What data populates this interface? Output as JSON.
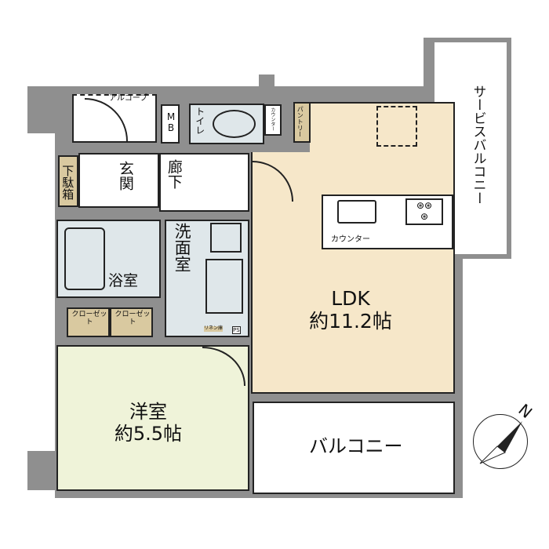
{
  "rooms": {
    "ldk": {
      "name": "LDK",
      "size": "約11.2帖"
    },
    "western": {
      "name": "洋室",
      "size": "約5.5帖"
    },
    "balcony": "バルコニー",
    "service_balcony": "サービスバルコニー",
    "alcove": "アルコーブ",
    "mb": "MB",
    "toilet": "トイレ",
    "toilet_counter": "カウンター",
    "pantry": "パントリー",
    "shoe_box": "下駄箱",
    "entrance": "玄関",
    "hallway": "廊下",
    "washroom": "洗面室",
    "bathroom": "浴室",
    "closet1": "クローゼット",
    "closet2": "クローゼット",
    "linen": "リネン庫",
    "ps": "PS",
    "counter": "カウンター"
  },
  "compass": {
    "label": "N"
  },
  "colors": {
    "wall": "#8f8f8f",
    "ldk": "#f6e7c9",
    "western": "#eff3d9",
    "wet": "#dfe7ea",
    "storage": "#d9c9a0"
  }
}
